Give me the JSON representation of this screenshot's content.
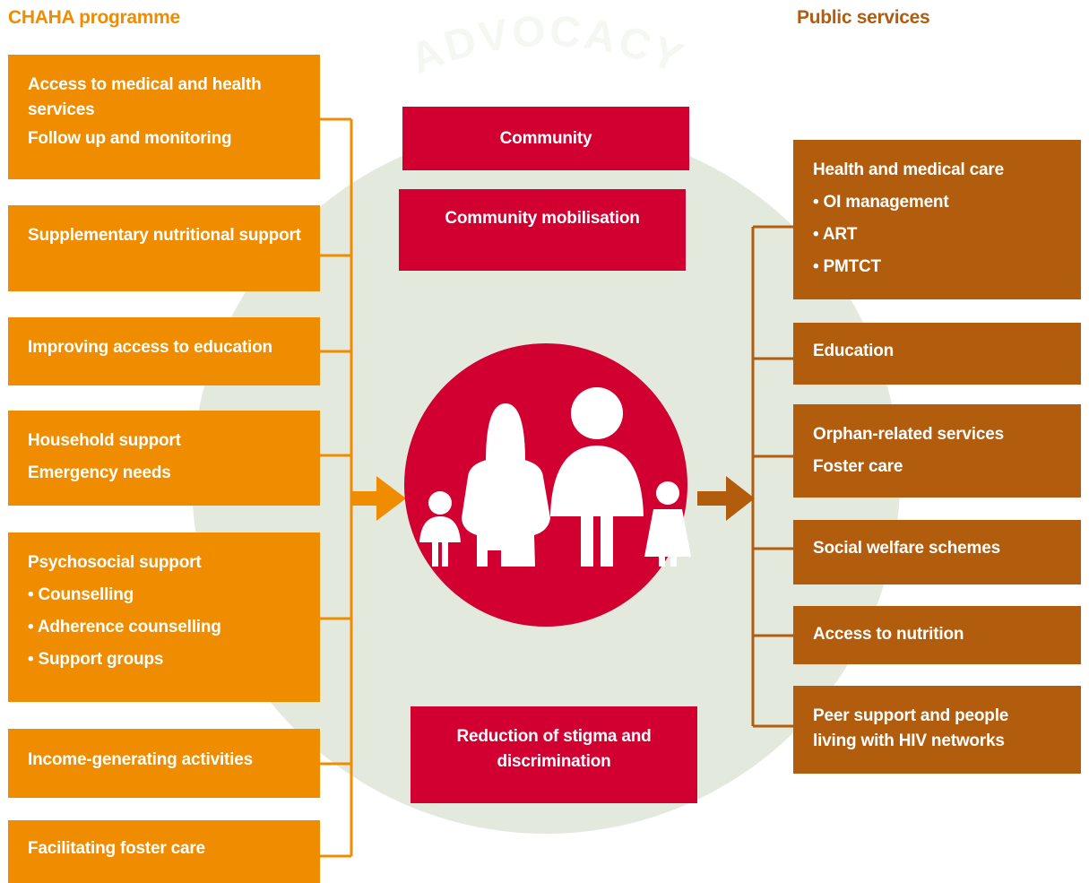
{
  "headers": {
    "left": "CHAHA programme",
    "right": "Public services"
  },
  "advocacy_label": "ADVOCACY",
  "colors": {
    "programme_orange": "#ef8c00",
    "public_brown": "#b25d0d",
    "community_red": "#d10030",
    "circle_bg": "#e4e9de",
    "advocacy_text": "#f5f7f2"
  },
  "programme_items": [
    {
      "lines": [
        "Access to medical and health services",
        "Follow up and monitoring"
      ]
    },
    {
      "lines": [
        "Supplementary nutritional support"
      ]
    },
    {
      "lines": [
        "Improving access to education"
      ]
    },
    {
      "lines": [
        "Household support",
        "Emergency needs"
      ]
    },
    {
      "lines": [
        "Psychosocial support",
        "• Counselling",
        "• Adherence counselling",
        "• Support groups"
      ]
    },
    {
      "lines": [
        "Income-generating activities"
      ]
    },
    {
      "lines": [
        "Facilitating foster care"
      ]
    }
  ],
  "community_items": [
    {
      "label": "Community"
    },
    {
      "label": "Community mobilisation"
    },
    {
      "label": "Reduction of stigma and discrimination"
    }
  ],
  "center_icon": "family-icon",
  "public_items": [
    {
      "lines": [
        "Health and medical care",
        "• OI management",
        "• ART",
        "• PMTCT"
      ]
    },
    {
      "lines": [
        "Education"
      ]
    },
    {
      "lines": [
        "Orphan-related services",
        "Foster care"
      ]
    },
    {
      "lines": [
        "Social welfare schemes"
      ]
    },
    {
      "lines": [
        "Access to nutrition"
      ]
    },
    {
      "lines": [
        "Peer support and people living with HIV networks"
      ]
    }
  ]
}
